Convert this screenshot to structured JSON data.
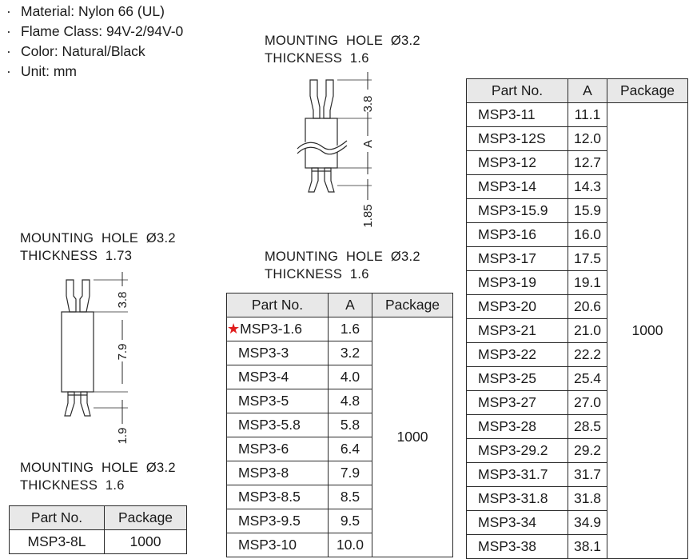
{
  "specs": {
    "material": "Material: Nylon 66 (UL)",
    "flame": "Flame Class: 94V-2/94V-0",
    "color": "Color: Natural/Black",
    "unit": "Unit: mm",
    "bullet": "·"
  },
  "drawing_top": {
    "caption_line1": "MOUNTING  HOLE  Ø3.2",
    "caption_line2": "THICKNESS  1.6",
    "dim_top": "3.8",
    "dim_mid": "A",
    "dim_bot": "1.85"
  },
  "drawing_left": {
    "caption_line1": "MOUNTING  HOLE  Ø3.2",
    "caption_line2": "THICKNESS  1.73",
    "dim_top": "3.8",
    "dim_mid": "7.9",
    "dim_bot": "1.9"
  },
  "caption_mid": {
    "line1": "MOUNTING  HOLE  Ø3.2",
    "line2": "THICKNESS  1.6"
  },
  "caption_bottom_left": {
    "line1": "MOUNTING  HOLE  Ø3.2",
    "line2": "THICKNESS  1.6"
  },
  "table_small": {
    "headers": [
      "Part No.",
      "Package"
    ],
    "rows": [
      [
        "MSP3-8L",
        "1000"
      ]
    ]
  },
  "table_mid": {
    "headers": [
      "Part No.",
      "A",
      "Package"
    ],
    "package": "1000",
    "star_symbol": "★",
    "star_color": "#e01e1e",
    "rows": [
      [
        "MSP3-1.6",
        "1.6"
      ],
      [
        "MSP3-3",
        "3.2"
      ],
      [
        "MSP3-4",
        "4.0"
      ],
      [
        "MSP3-5",
        "4.8"
      ],
      [
        "MSP3-5.8",
        "5.8"
      ],
      [
        "MSP3-6",
        "6.4"
      ],
      [
        "MSP3-8",
        "7.9"
      ],
      [
        "MSP3-8.5",
        "8.5"
      ],
      [
        "MSP3-9.5",
        "9.5"
      ],
      [
        "MSP3-10",
        "10.0"
      ]
    ]
  },
  "table_right": {
    "headers": [
      "Part No.",
      "A",
      "Package"
    ],
    "package": "1000",
    "rows": [
      [
        "MSP3-11",
        "11.1"
      ],
      [
        "MSP3-12S",
        "12.0"
      ],
      [
        "MSP3-12",
        "12.7"
      ],
      [
        "MSP3-14",
        "14.3"
      ],
      [
        "MSP3-15.9",
        "15.9"
      ],
      [
        "MSP3-16",
        "16.0"
      ],
      [
        "MSP3-17",
        "17.5"
      ],
      [
        "MSP3-19",
        "19.1"
      ],
      [
        "MSP3-20",
        "20.6"
      ],
      [
        "MSP3-21",
        "21.0"
      ],
      [
        "MSP3-22",
        "22.2"
      ],
      [
        "MSP3-25",
        "25.4"
      ],
      [
        "MSP3-27",
        "27.0"
      ],
      [
        "MSP3-28",
        "28.5"
      ],
      [
        "MSP3-29.2",
        "29.2"
      ],
      [
        "MSP3-31.7",
        "31.7"
      ],
      [
        "MSP3-31.8",
        "31.8"
      ],
      [
        "MSP3-34",
        "34.9"
      ],
      [
        "MSP3-38",
        "38.1"
      ]
    ]
  }
}
